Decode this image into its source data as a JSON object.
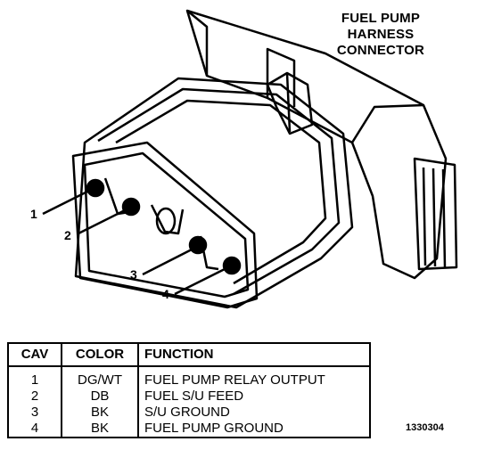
{
  "title": {
    "line1": "FUEL PUMP",
    "line2": "HARNESS",
    "line3": "CONNECTOR"
  },
  "callouts": [
    "1",
    "2",
    "3",
    "4"
  ],
  "table": {
    "headers": [
      "CAV",
      "COLOR",
      "FUNCTION"
    ],
    "rows": [
      {
        "cav": "1",
        "color": "DG/WT",
        "function": "FUEL PUMP RELAY OUTPUT"
      },
      {
        "cav": "2",
        "color": "DB",
        "function": "FUEL S/U FEED"
      },
      {
        "cav": "3",
        "color": "BK",
        "function": "S/U GROUND"
      },
      {
        "cav": "4",
        "color": "BK",
        "function": "FUEL PUMP GROUND"
      }
    ]
  },
  "figure_id": "1330304"
}
